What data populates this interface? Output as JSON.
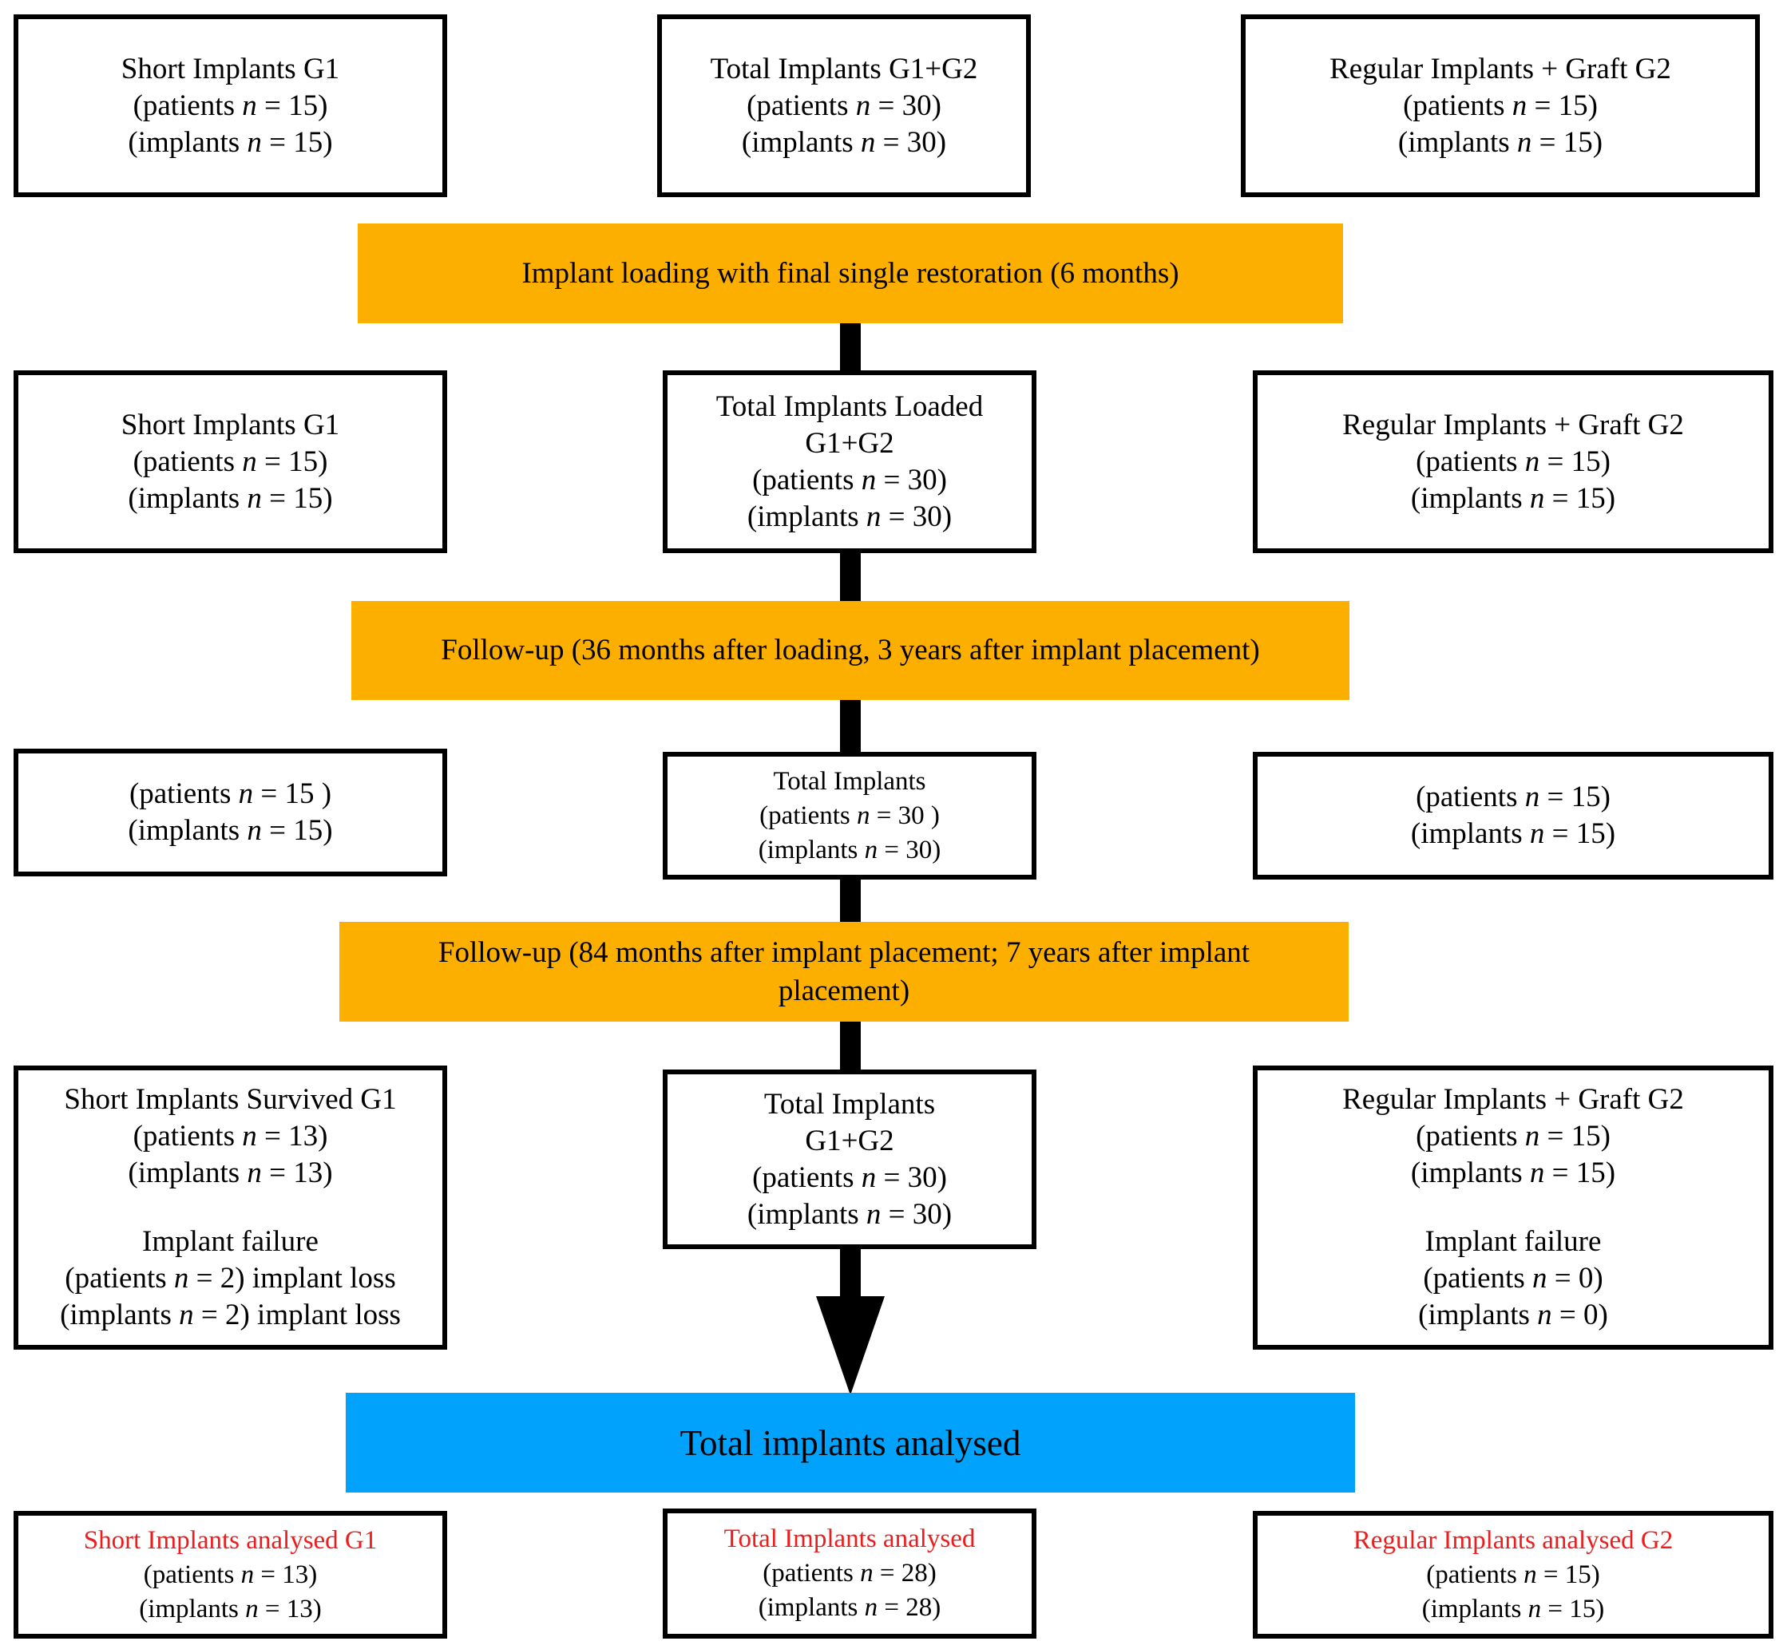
{
  "row1": {
    "left": {
      "title": "Short Implants G1",
      "patients": "15",
      "implants": "15"
    },
    "center": {
      "title": "Total Implants G1+G2",
      "patients": "30",
      "implants": "30"
    },
    "right": {
      "title": "Regular Implants + Graft G2",
      "patients": "15",
      "implants": "15"
    }
  },
  "band1": "Implant loading with final single restoration (6 months)",
  "row2": {
    "left": {
      "title": "Short Implants G1",
      "patients": "15",
      "implants": "15"
    },
    "center": {
      "title_line1": "Total Implants Loaded",
      "title_line2": "G1+G2",
      "patients": "30",
      "implants": "30"
    },
    "right": {
      "title": "Regular Implants + Graft G2",
      "patients": "15",
      "implants": "15"
    }
  },
  "band2": "Follow-up (36 months after loading, 3 years after implant placement)",
  "row3": {
    "left": {
      "patients": "15 ",
      "implants": "15"
    },
    "center": {
      "title": "Total Implants",
      "patients": "30 ",
      "implants": "30"
    },
    "right": {
      "patients": "15",
      "implants": "15"
    }
  },
  "band3": {
    "line1": "Follow-up (84 months after implant placement; 7 years after implant",
    "line2": "placement)"
  },
  "row4": {
    "left": {
      "title": "Short Implants Survived G1",
      "patients": "13",
      "implants": "13",
      "failure_title": "Implant failure",
      "failure_patients": "2",
      "failure_implants": "2",
      "loss_label": "implant loss"
    },
    "center": {
      "title_line1": "Total Implants",
      "title_line2": "G1+G2",
      "patients": "30",
      "implants": "30"
    },
    "right": {
      "title": "Regular Implants + Graft G2",
      "patients": "15",
      "implants": "15",
      "failure_title": "Implant failure",
      "failure_patients": "0",
      "failure_implants": "0"
    }
  },
  "band4": "Total implants analysed",
  "row5": {
    "left": {
      "title": "Short Implants analysed G1",
      "patients": "13",
      "implants": "13"
    },
    "center": {
      "title": "Total Implants analysed",
      "patients": "28",
      "implants": "28"
    },
    "right": {
      "title": "Regular Implants analysed G2",
      "patients": "15",
      "implants": "15"
    }
  },
  "labels": {
    "patients": "(patients ",
    "implants": "(implants ",
    "n": "n",
    "eq": " = ",
    "close": ")"
  },
  "colors": {
    "orange": "#fdaf00",
    "blue": "#00a2fc",
    "red": "#ee1c1c"
  }
}
